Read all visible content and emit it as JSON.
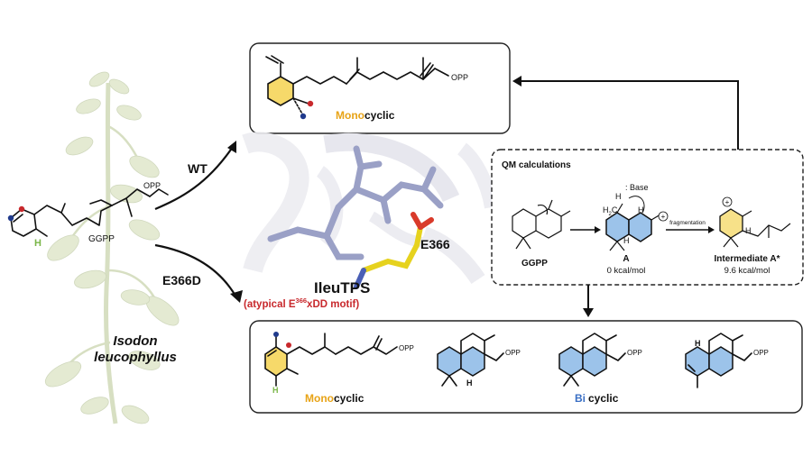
{
  "plant": {
    "name_line1": "Isodon",
    "name_line2": "leucophyllus"
  },
  "substrate": {
    "name": "GGPP",
    "opp": "OPP",
    "h_label": "H"
  },
  "arrows": {
    "wt_label": "WT",
    "mutant_label": "E366D"
  },
  "protein": {
    "enzyme_name": "IleuTPS",
    "motif_prefix": "(atypical E",
    "motif_superscript": "366",
    "motif_suffix": "xDD motif)",
    "residue_label": "E366"
  },
  "wt_box": {
    "opp": "OPP",
    "product_mono": "Mono",
    "product_cyclic": "cyclic"
  },
  "qm_box": {
    "title": "QM calculations",
    "ggpp": "GGPP",
    "base": ": Base",
    "h2c": "H",
    "h2c_sub": "2",
    "h2c_c": "C",
    "h": "H",
    "plus": "+",
    "fragmentation": "fragmentation",
    "intermediate_a": "A",
    "energy_a": "0 kcal/mol",
    "intermediate_a_star": "Intermediate A*",
    "energy_a_star": "9.6 kcal/mol"
  },
  "mutant_box": {
    "opp": "OPP",
    "h": "H",
    "product_mono": "Mono",
    "product_cyclic": "cyclic",
    "product_bi": "Bi",
    "product_bicyclic_rest": "cyclic"
  },
  "colors": {
    "monocyclic_accent": "#e8a316",
    "bicyclic_accent": "#3a6fc4",
    "motif_red": "#c8282c",
    "ring_yellow": "#f6d96a",
    "ring_blue": "#9cc3ea",
    "ligand_lavender": "#9aa0c6",
    "residue_yellow": "#e6d21e",
    "plant_green": "#c7d3a8"
  }
}
